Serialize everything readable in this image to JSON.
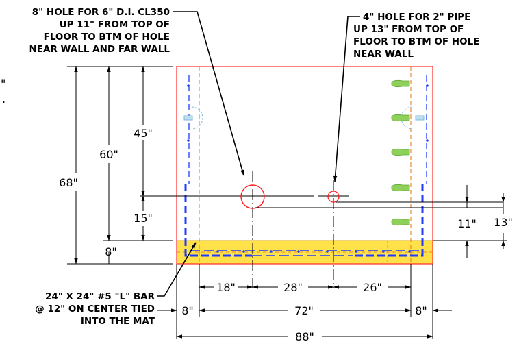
{
  "notes": {
    "hole_8in": [
      "8\" HOLE FOR 6\" D.I. CL350",
      "UP 11\" FROM TOP OF",
      "FLOOR TO BTM OF HOLE",
      "NEAR WALL AND FAR WALL"
    ],
    "hole_4in": [
      "4\" HOLE FOR 2\" PIPE",
      "UP 13\" FROM TOP OF",
      "FLOOR TO BTM OF HOLE",
      "NEAR WALL"
    ],
    "l_bar": [
      "24\" X 24\" #5 \"L\" BAR",
      "@ 12\" ON CENTER TIED",
      "INTO THE MAT"
    ],
    "edge_fragments": [
      "\"",
      "."
    ]
  },
  "dimensions": {
    "overall_height": "68\"",
    "hole_8_height": "60\"",
    "upper_segment": "45\"",
    "lower_segment": "15\"",
    "slab": "8\"",
    "hole_8_rise": "11\"",
    "hole_4_rise": "13\"",
    "seg_left": "18\"",
    "seg_mid": "28\"",
    "seg_right": "26\"",
    "wall_left": "8\"",
    "inner_width": "72\"",
    "wall_right": "8\"",
    "overall_width": "88\""
  },
  "colors": {
    "wall_outline": "#ff2a2a",
    "slab_fill": "#ffe14a",
    "rebar": "#1f3cff",
    "centerline": "#ee8a2a",
    "steps": "#8ed05a",
    "hole": "#ff1e1e"
  }
}
